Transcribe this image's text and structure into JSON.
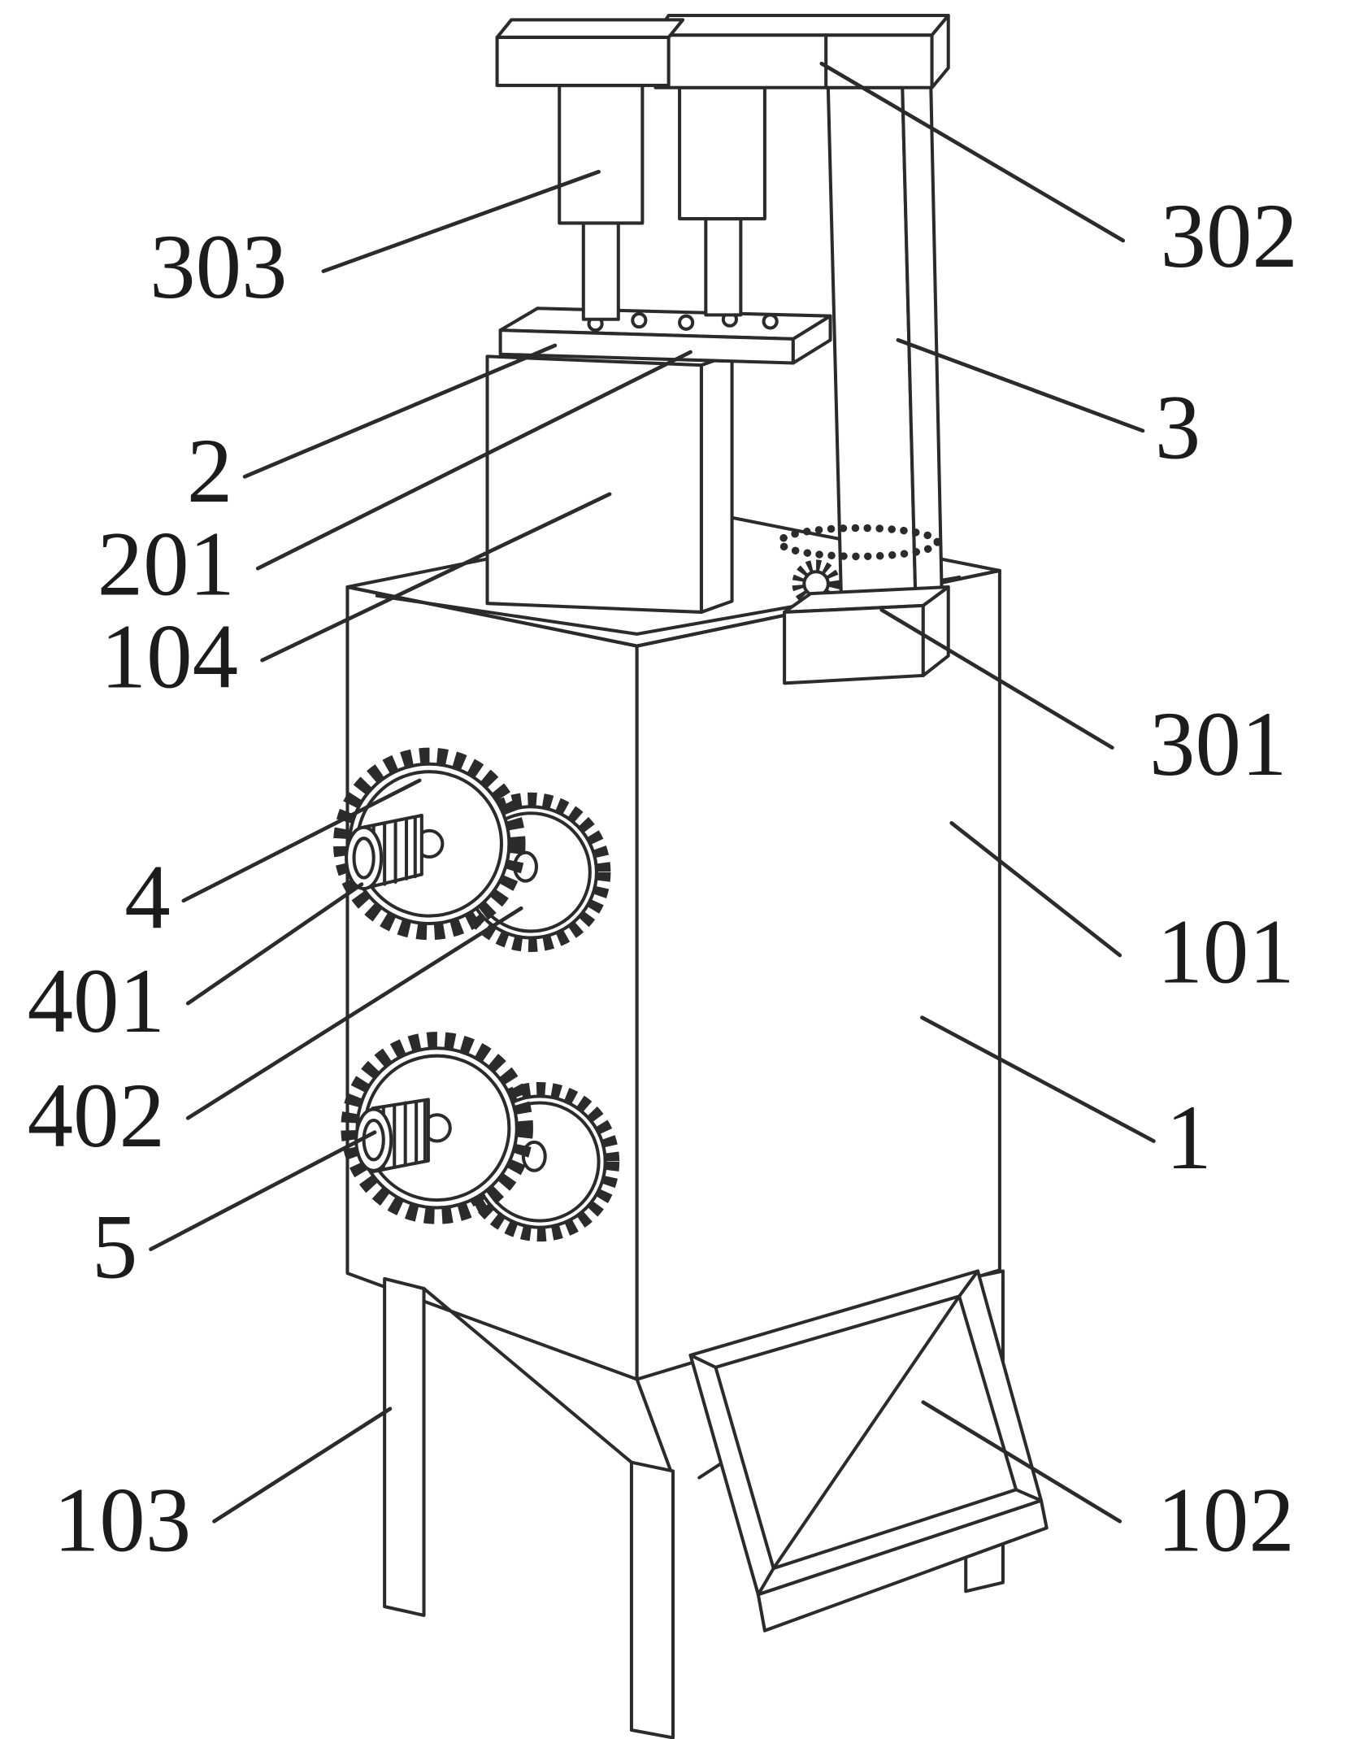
{
  "figure": {
    "kind": "patent-style technical line drawing of a machine with gear train, press cylinders, support column and discharge chute",
    "background_color": "#ffffff",
    "line_color": "#2b2b2b",
    "label_color": "#1c1c1c",
    "part_labels": {
      "l303": "303",
      "l302": "302",
      "l2": "2",
      "l201": "201",
      "l104": "104",
      "l3": "3",
      "l301": "301",
      "l4": "4",
      "l401": "401",
      "l402": "402",
      "l101": "101",
      "l1": "1",
      "l5": "5",
      "l103": "103",
      "l102": "102"
    }
  }
}
